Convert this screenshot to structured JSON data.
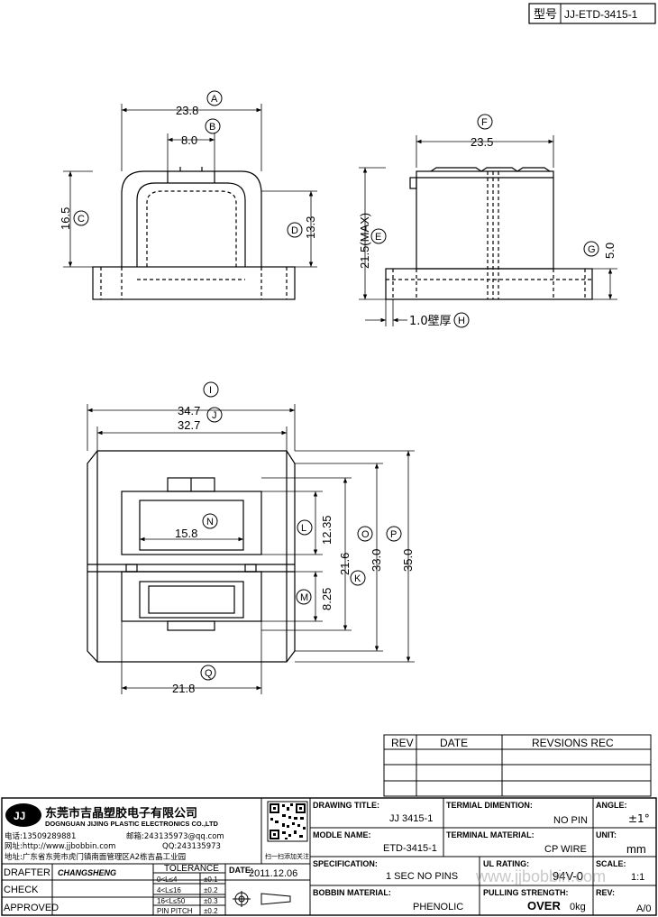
{
  "header": {
    "type_label": "型号",
    "part_no": "JJ-ETD-3415-1"
  },
  "dimensions": {
    "A": "23.8",
    "B": "8.0",
    "C": "16.5",
    "D": "13.3",
    "E": "21.5(MAX)",
    "F": "23.5",
    "G": "5.0",
    "H": "1.0壁厚",
    "I": "34.7",
    "J": "32.7",
    "K": "21.6",
    "L": "12.35",
    "M": "8.25",
    "N": "15.8",
    "O": "33.0",
    "P": "35.0",
    "Q": "21.8"
  },
  "markers": [
    "A",
    "B",
    "C",
    "D",
    "E",
    "F",
    "G",
    "H",
    "I",
    "J",
    "K",
    "L",
    "M",
    "N",
    "O",
    "P",
    "Q"
  ],
  "revision_table": {
    "headers": [
      "REV",
      "DATE",
      "REVSIONS REC"
    ]
  },
  "company": {
    "logo": "JJ",
    "name_cn": "东莞市吉晶塑胶电子有限公司",
    "name_en": "DOGNGUAN JIJING PLASTIC ELECTRONICS CO.,LTD",
    "phone": "电话:13509289881",
    "email": "邮箱:243135973@qq.com",
    "web": "网址:http://www.jjbobbin.com",
    "qq": "QQ:243135973",
    "address": "地址:广东省东莞市虎门镇南面管理区A2栋吉晶工业园",
    "qr_caption": "扫一扫添加关注"
  },
  "title_block": {
    "drawing_title_label": "DRAWING TITLE:",
    "drawing_title": "JJ  3415-1",
    "terminal_dim_label": "TERMIAL DIMENTION:",
    "terminal_dim": "NO PIN",
    "angle_label": "ANGLE:",
    "angle": "±1°",
    "model_label": "MODLE NAME:",
    "model": "ETD-3415-1",
    "terminal_mat_label": "TERMINAL MATERIAL:",
    "terminal_mat": "CP WIRE",
    "unit_label": "UNIT:",
    "unit": "mm",
    "spec_label": "SPECIFICATION:",
    "spec": "1 SEC NO PINS",
    "ul_label": "UL RATING:",
    "ul": "94V-0",
    "scale_label": "SCALE:",
    "scale": "1:1",
    "bobbin_label": "BOBBIN  MATERIAL:",
    "bobbin": "PHENOLIC",
    "pull_label": "PULLING STRENGTH:",
    "pull_a": "OVER",
    "pull_b": "0kg",
    "rev_label": "REV:",
    "rev": "A/0"
  },
  "signatures": {
    "drafter_label": "DRAFTER",
    "drafter": "CHANGSHENG",
    "check_label": "CHECK",
    "approved_label": "APPROVED"
  },
  "tolerance": {
    "title": "TOLERANCE",
    "rows": [
      [
        "0<L≤4",
        "±0.1"
      ],
      [
        "4<L≤16",
        "±0.2"
      ],
      [
        "16<L≤50",
        "±0.3"
      ],
      [
        "PIN PITCH",
        "±0.2"
      ]
    ]
  },
  "date": {
    "label": "DATE:",
    "value": "2011.12.06"
  },
  "watermark": "www.jjbobbin.com"
}
